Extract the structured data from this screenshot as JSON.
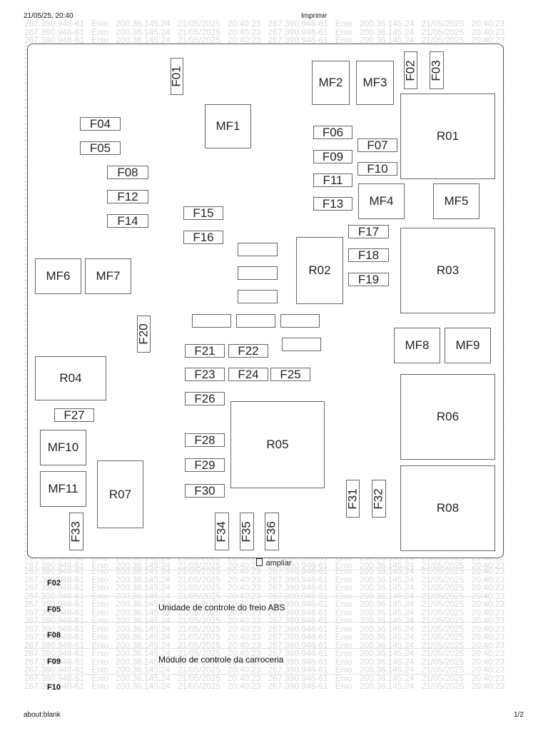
{
  "header": {
    "timestamp": "21/05/25, 20:40",
    "title": "Imprimir"
  },
  "watermark_line": "267.390.948-61   Enio   200.36.145.24   21/05/2025   20:40:23   267.390.948-61   Enio   200.36.145.24   21/05/2025   20:40:23",
  "diagram": {
    "components": [
      {
        "id": "F01",
        "orient": "v"
      },
      {
        "id": "F02",
        "orient": "v"
      },
      {
        "id": "F03",
        "orient": "v"
      },
      {
        "id": "MF2"
      },
      {
        "id": "MF3"
      },
      {
        "id": "MF1"
      },
      {
        "id": "R01"
      },
      {
        "id": "F04"
      },
      {
        "id": "F05"
      },
      {
        "id": "F06"
      },
      {
        "id": "F07"
      },
      {
        "id": "F08"
      },
      {
        "id": "F09"
      },
      {
        "id": "F10"
      },
      {
        "id": "F11"
      },
      {
        "id": "F12"
      },
      {
        "id": "F13"
      },
      {
        "id": "MF4"
      },
      {
        "id": "MF5"
      },
      {
        "id": "F14"
      },
      {
        "id": "F15"
      },
      {
        "id": "F16"
      },
      {
        "id": "F17"
      },
      {
        "id": "F18"
      },
      {
        "id": "F19"
      },
      {
        "id": "R02"
      },
      {
        "id": "R03"
      },
      {
        "id": "MF6"
      },
      {
        "id": "MF7"
      },
      {
        "id": "F20",
        "orient": "v"
      },
      {
        "id": "MF8"
      },
      {
        "id": "MF9"
      },
      {
        "id": "F21"
      },
      {
        "id": "F22"
      },
      {
        "id": "F23"
      },
      {
        "id": "F24"
      },
      {
        "id": "F25"
      },
      {
        "id": "R04"
      },
      {
        "id": "F26"
      },
      {
        "id": "F27"
      },
      {
        "id": "R06"
      },
      {
        "id": "MF10"
      },
      {
        "id": "F28"
      },
      {
        "id": "R05"
      },
      {
        "id": "F29"
      },
      {
        "id": "MF11"
      },
      {
        "id": "R07"
      },
      {
        "id": "F30"
      },
      {
        "id": "F31",
        "orient": "v"
      },
      {
        "id": "F32",
        "orient": "v"
      },
      {
        "id": "R08"
      },
      {
        "id": "F33",
        "orient": "v"
      },
      {
        "id": "F34",
        "orient": "v"
      },
      {
        "id": "F35",
        "orient": "v"
      },
      {
        "id": "F36",
        "orient": "v"
      }
    ]
  },
  "ampliar_label": "ampliar",
  "fuse_table": [
    {
      "code": "F02",
      "desc": ""
    },
    {
      "code": "F05",
      "desc": "Unidade de controle do freio ABS"
    },
    {
      "code": "F08",
      "desc": ""
    },
    {
      "code": "F09",
      "desc": "Módulo de controle da carroceria"
    },
    {
      "code": "F10",
      "desc": ""
    }
  ],
  "footer": {
    "url": "about:blank",
    "page": "1/2"
  }
}
